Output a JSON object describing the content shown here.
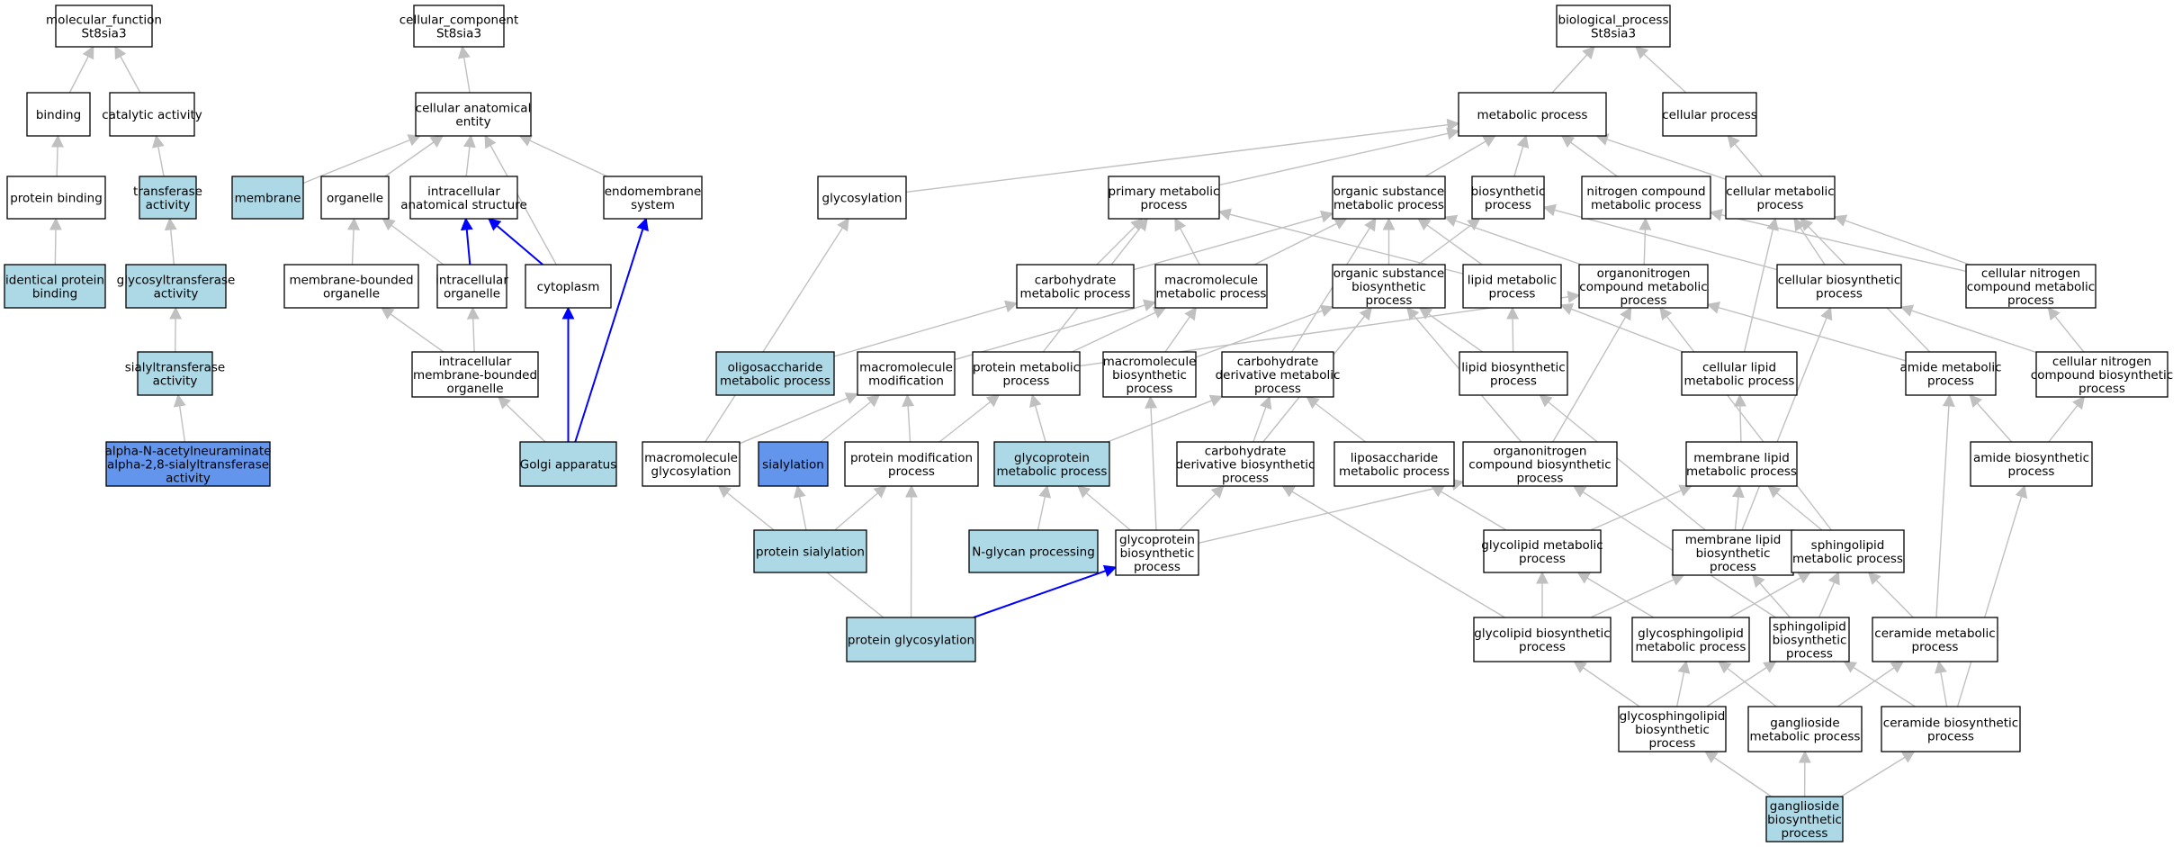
{
  "colors": {
    "plain": "#ffffff",
    "light": "#add8e6",
    "dark": "#6495ed",
    "edge": "#c0c0c0",
    "strong_edge": "#0000ff"
  },
  "nodes": {
    "mf": {
      "lines": [
        "molecular_function",
        "St8sia3"
      ],
      "fill": "plain"
    },
    "binding": {
      "lines": [
        "binding"
      ],
      "fill": "plain"
    },
    "catact": {
      "lines": [
        "catalytic activity"
      ],
      "fill": "plain"
    },
    "protbind": {
      "lines": [
        "protein binding"
      ],
      "fill": "plain"
    },
    "transact": {
      "lines": [
        "transferase",
        "activity"
      ],
      "fill": "light"
    },
    "identprot": {
      "lines": [
        "identical protein",
        "binding"
      ],
      "fill": "light"
    },
    "glycotrans": {
      "lines": [
        "glycosyltransferase",
        "activity"
      ],
      "fill": "light"
    },
    "sialtrans": {
      "lines": [
        "sialyltransferase",
        "activity"
      ],
      "fill": "light"
    },
    "alphan": {
      "lines": [
        "alpha-N-acetylneuraminate",
        "alpha-2,8-sialyltransferase",
        "activity"
      ],
      "fill": "dark"
    },
    "cc": {
      "lines": [
        "cellular_component",
        "St8sia3"
      ],
      "fill": "plain"
    },
    "cae": {
      "lines": [
        "cellular anatomical",
        "entity"
      ],
      "fill": "plain"
    },
    "membrane": {
      "lines": [
        "membrane"
      ],
      "fill": "light"
    },
    "organelle": {
      "lines": [
        "organelle"
      ],
      "fill": "plain"
    },
    "intras": {
      "lines": [
        "intracellular",
        "anatomical structure"
      ],
      "fill": "plain"
    },
    "endosys": {
      "lines": [
        "endomembrane",
        "system"
      ],
      "fill": "plain"
    },
    "mbo": {
      "lines": [
        "membrane-bounded",
        "organelle"
      ],
      "fill": "plain"
    },
    "intorg": {
      "lines": [
        "intracellular",
        "organelle"
      ],
      "fill": "plain"
    },
    "cytoplasm": {
      "lines": [
        "cytoplasm"
      ],
      "fill": "plain"
    },
    "imbo": {
      "lines": [
        "intracellular",
        "membrane-bounded",
        "organelle"
      ],
      "fill": "plain"
    },
    "golgi": {
      "lines": [
        "Golgi apparatus"
      ],
      "fill": "light"
    },
    "bp": {
      "lines": [
        "biological_process",
        "St8sia3"
      ],
      "fill": "plain"
    },
    "metab": {
      "lines": [
        "metabolic process"
      ],
      "fill": "plain"
    },
    "cellproc": {
      "lines": [
        "cellular process"
      ],
      "fill": "plain"
    },
    "glycosyl": {
      "lines": [
        "glycosylation"
      ],
      "fill": "plain"
    },
    "primmet": {
      "lines": [
        "primary metabolic",
        "process"
      ],
      "fill": "plain"
    },
    "orgsub": {
      "lines": [
        "organic substance",
        "metabolic process"
      ],
      "fill": "plain"
    },
    "biosyn": {
      "lines": [
        "biosynthetic",
        "process"
      ],
      "fill": "plain"
    },
    "nitcomp": {
      "lines": [
        "nitrogen compound",
        "metabolic process"
      ],
      "fill": "plain"
    },
    "cellmet": {
      "lines": [
        "cellular metabolic",
        "process"
      ],
      "fill": "plain"
    },
    "carbmet": {
      "lines": [
        "carbohydrate",
        "metabolic process"
      ],
      "fill": "plain"
    },
    "macromet": {
      "lines": [
        "macromolecule",
        "metabolic process"
      ],
      "fill": "plain"
    },
    "orgsubbio": {
      "lines": [
        "organic substance",
        "biosynthetic",
        "process"
      ],
      "fill": "plain"
    },
    "lipidmet": {
      "lines": [
        "lipid metabolic",
        "process"
      ],
      "fill": "plain"
    },
    "organoN": {
      "lines": [
        "organonitrogen",
        "compound metabolic",
        "process"
      ],
      "fill": "plain"
    },
    "cellbio": {
      "lines": [
        "cellular biosynthetic",
        "process"
      ],
      "fill": "plain"
    },
    "cellnitmet": {
      "lines": [
        "cellular nitrogen",
        "compound metabolic",
        "process"
      ],
      "fill": "plain"
    },
    "oligo": {
      "lines": [
        "oligosaccharide",
        "metabolic process"
      ],
      "fill": "light"
    },
    "macromod": {
      "lines": [
        "macromolecule",
        "modification"
      ],
      "fill": "plain"
    },
    "protmet": {
      "lines": [
        "protein metabolic",
        "process"
      ],
      "fill": "plain"
    },
    "macrobio": {
      "lines": [
        "macromolecule",
        "biosynthetic",
        "process"
      ],
      "fill": "plain"
    },
    "carbderiv": {
      "lines": [
        "carbohydrate",
        "derivative metabolic",
        "process"
      ],
      "fill": "plain"
    },
    "lipidbio": {
      "lines": [
        "lipid biosynthetic",
        "process"
      ],
      "fill": "plain"
    },
    "celllipid": {
      "lines": [
        "cellular lipid",
        "metabolic process"
      ],
      "fill": "plain"
    },
    "amidemet": {
      "lines": [
        "amide metabolic",
        "process"
      ],
      "fill": "plain"
    },
    "cellnitbio": {
      "lines": [
        "cellular nitrogen",
        "compound biosynthetic",
        "process"
      ],
      "fill": "plain"
    },
    "macroglyc": {
      "lines": [
        "macromolecule",
        "glycosylation"
      ],
      "fill": "plain"
    },
    "sialyl": {
      "lines": [
        "sialylation"
      ],
      "fill": "dark"
    },
    "protmod": {
      "lines": [
        "protein modification",
        "process"
      ],
      "fill": "plain"
    },
    "glycoprotmet": {
      "lines": [
        "glycoprotein",
        "metabolic process"
      ],
      "fill": "light"
    },
    "carbderivbio": {
      "lines": [
        "carbohydrate",
        "derivative biosynthetic",
        "process"
      ],
      "fill": "plain"
    },
    "liposacch": {
      "lines": [
        "liposaccharide",
        "metabolic process"
      ],
      "fill": "plain"
    },
    "organoNbio": {
      "lines": [
        "organonitrogen",
        "compound biosynthetic",
        "process"
      ],
      "fill": "plain"
    },
    "memlipmet": {
      "lines": [
        "membrane lipid",
        "metabolic process"
      ],
      "fill": "plain"
    },
    "amidebio": {
      "lines": [
        "amide biosynthetic",
        "process"
      ],
      "fill": "plain"
    },
    "protsialyl": {
      "lines": [
        "protein sialylation"
      ],
      "fill": "light"
    },
    "nglycan": {
      "lines": [
        "N-glycan processing"
      ],
      "fill": "light"
    },
    "glycoprotbio": {
      "lines": [
        "glycoprotein",
        "biosynthetic",
        "process"
      ],
      "fill": "plain"
    },
    "glycolipmet": {
      "lines": [
        "glycolipid metabolic",
        "process"
      ],
      "fill": "plain"
    },
    "memlipbio": {
      "lines": [
        "membrane lipid",
        "biosynthetic",
        "process"
      ],
      "fill": "plain"
    },
    "sphingomet": {
      "lines": [
        "sphingolipid",
        "metabolic process"
      ],
      "fill": "plain"
    },
    "protglyc": {
      "lines": [
        "protein glycosylation"
      ],
      "fill": "light"
    },
    "glycolipbio": {
      "lines": [
        "glycolipid biosynthetic",
        "process"
      ],
      "fill": "plain"
    },
    "glycosphmet": {
      "lines": [
        "glycosphingolipid",
        "metabolic process"
      ],
      "fill": "plain"
    },
    "sphingobio": {
      "lines": [
        "sphingolipid",
        "biosynthetic",
        "process"
      ],
      "fill": "plain"
    },
    "ceramet": {
      "lines": [
        "ceramide metabolic",
        "process"
      ],
      "fill": "plain"
    },
    "glycosphbio": {
      "lines": [
        "glycosphingolipid",
        "biosynthetic",
        "process"
      ],
      "fill": "plain"
    },
    "gangmet": {
      "lines": [
        "ganglioside",
        "metabolic process"
      ],
      "fill": "plain"
    },
    "cerabio": {
      "lines": [
        "ceramide biosynthetic",
        "process"
      ],
      "fill": "plain"
    },
    "gangbio": {
      "lines": [
        "ganglioside",
        "biosynthetic",
        "process"
      ],
      "fill": "light"
    }
  },
  "edges": [
    [
      "binding",
      "mf",
      0
    ],
    [
      "catact",
      "mf",
      0
    ],
    [
      "protbind",
      "binding",
      0
    ],
    [
      "transact",
      "catact",
      0
    ],
    [
      "identprot",
      "protbind",
      0
    ],
    [
      "glycotrans",
      "transact",
      0
    ],
    [
      "sialtrans",
      "glycotrans",
      0
    ],
    [
      "alphan",
      "sialtrans",
      0
    ],
    [
      "cae",
      "cc",
      0
    ],
    [
      "membrane",
      "cae",
      0
    ],
    [
      "organelle",
      "cae",
      0
    ],
    [
      "intras",
      "cae",
      0
    ],
    [
      "endosys",
      "cae",
      0
    ],
    [
      "cytoplasm",
      "cae",
      0
    ],
    [
      "mbo",
      "organelle",
      0
    ],
    [
      "intorg",
      "organelle",
      0
    ],
    [
      "intorg",
      "intras",
      1
    ],
    [
      "cytoplasm",
      "intras",
      1
    ],
    [
      "imbo",
      "mbo",
      0
    ],
    [
      "imbo",
      "intorg",
      0
    ],
    [
      "golgi",
      "imbo",
      0
    ],
    [
      "golgi",
      "cytoplasm",
      1
    ],
    [
      "golgi",
      "endosys",
      1
    ],
    [
      "metab",
      "bp",
      0
    ],
    [
      "cellproc",
      "bp",
      0
    ],
    [
      "glycosyl",
      "metab",
      0
    ],
    [
      "primmet",
      "metab",
      0
    ],
    [
      "orgsub",
      "metab",
      0
    ],
    [
      "biosyn",
      "metab",
      0
    ],
    [
      "nitcomp",
      "metab",
      0
    ],
    [
      "cellmet",
      "metab",
      0
    ],
    [
      "cellmet",
      "cellproc",
      0
    ],
    [
      "carbmet",
      "primmet",
      0
    ],
    [
      "carbmet",
      "orgsub",
      0
    ],
    [
      "macromet",
      "primmet",
      0
    ],
    [
      "macromet",
      "orgsub",
      0
    ],
    [
      "lipidmet",
      "primmet",
      0
    ],
    [
      "lipidmet",
      "orgsub",
      0
    ],
    [
      "orgsubbio",
      "orgsub",
      0
    ],
    [
      "orgsubbio",
      "biosyn",
      0
    ],
    [
      "organoN",
      "orgsub",
      0
    ],
    [
      "organoN",
      "nitcomp",
      0
    ],
    [
      "cellbio",
      "biosyn",
      0
    ],
    [
      "cellbio",
      "cellmet",
      0
    ],
    [
      "cellnitmet",
      "nitcomp",
      0
    ],
    [
      "cellnitmet",
      "cellmet",
      0
    ],
    [
      "oligo",
      "carbmet",
      0
    ],
    [
      "macromod",
      "macromet",
      0
    ],
    [
      "protmet",
      "macromet",
      0
    ],
    [
      "protmet",
      "primmet",
      0
    ],
    [
      "protmet",
      "organoN",
      0
    ],
    [
      "macrobio",
      "macromet",
      0
    ],
    [
      "macrobio",
      "orgsubbio",
      0
    ],
    [
      "carbderiv",
      "orgsub",
      0
    ],
    [
      "lipidbio",
      "lipidmet",
      0
    ],
    [
      "lipidbio",
      "orgsubbio",
      0
    ],
    [
      "celllipid",
      "lipidmet",
      0
    ],
    [
      "celllipid",
      "cellmet",
      0
    ],
    [
      "amidemet",
      "organoN",
      0
    ],
    [
      "amidemet",
      "cellmet",
      0
    ],
    [
      "cellnitbio",
      "cellnitmet",
      0
    ],
    [
      "cellnitbio",
      "cellbio",
      0
    ],
    [
      "macroglyc",
      "glycosyl",
      0
    ],
    [
      "macroglyc",
      "macromod",
      0
    ],
    [
      "sialyl",
      "macromod",
      0
    ],
    [
      "protmod",
      "macromod",
      0
    ],
    [
      "protmod",
      "protmet",
      0
    ],
    [
      "glycoprotmet",
      "protmet",
      0
    ],
    [
      "glycoprotmet",
      "carbderiv",
      0
    ],
    [
      "carbderivbio",
      "carbderiv",
      0
    ],
    [
      "carbderivbio",
      "orgsubbio",
      0
    ],
    [
      "liposacch",
      "carbderiv",
      0
    ],
    [
      "organoNbio",
      "organoN",
      0
    ],
    [
      "organoNbio",
      "orgsubbio",
      0
    ],
    [
      "memlipmet",
      "celllipid",
      0
    ],
    [
      "amidebio",
      "amidemet",
      0
    ],
    [
      "amidebio",
      "cellnitbio",
      0
    ],
    [
      "protsialyl",
      "protmod",
      0
    ],
    [
      "protsialyl",
      "sialyl",
      0
    ],
    [
      "nglycan",
      "glycoprotmet",
      0
    ],
    [
      "glycoprotbio",
      "glycoprotmet",
      0
    ],
    [
      "glycoprotbio",
      "carbderivbio",
      0
    ],
    [
      "glycoprotbio",
      "organoNbio",
      0
    ],
    [
      "glycoprotbio",
      "macrobio",
      0
    ],
    [
      "glycolipmet",
      "liposacch",
      0
    ],
    [
      "glycolipmet",
      "memlipmet",
      0
    ],
    [
      "memlipbio",
      "memlipmet",
      0
    ],
    [
      "memlipbio",
      "lipidbio",
      0
    ],
    [
      "memlipbio",
      "cellbio",
      0
    ],
    [
      "sphingomet",
      "memlipmet",
      0
    ],
    [
      "sphingomet",
      "organoN",
      0
    ],
    [
      "protglyc",
      "protmod",
      0
    ],
    [
      "protglyc",
      "macroglyc",
      0
    ],
    [
      "protglyc",
      "glycoprotbio",
      1
    ],
    [
      "glycolipbio",
      "glycolipmet",
      0
    ],
    [
      "glycolipbio",
      "memlipbio",
      0
    ],
    [
      "glycolipbio",
      "carbderivbio",
      0
    ],
    [
      "glycosphmet",
      "glycolipmet",
      0
    ],
    [
      "glycosphmet",
      "sphingomet",
      0
    ],
    [
      "sphingobio",
      "sphingomet",
      0
    ],
    [
      "sphingobio",
      "memlipbio",
      0
    ],
    [
      "sphingobio",
      "organoNbio",
      0
    ],
    [
      "ceramet",
      "sphingomet",
      0
    ],
    [
      "ceramet",
      "amidemet",
      0
    ],
    [
      "glycosphbio",
      "glycolipbio",
      0
    ],
    [
      "glycosphbio",
      "glycosphmet",
      0
    ],
    [
      "glycosphbio",
      "sphingobio",
      0
    ],
    [
      "gangmet",
      "glycosphmet",
      0
    ],
    [
      "gangmet",
      "ceramet",
      0
    ],
    [
      "cerabio",
      "ceramet",
      0
    ],
    [
      "cerabio",
      "sphingobio",
      0
    ],
    [
      "cerabio",
      "amidebio",
      0
    ],
    [
      "gangbio",
      "glycosphbio",
      0
    ],
    [
      "gangbio",
      "gangmet",
      0
    ],
    [
      "gangbio",
      "cerabio",
      0
    ]
  ]
}
